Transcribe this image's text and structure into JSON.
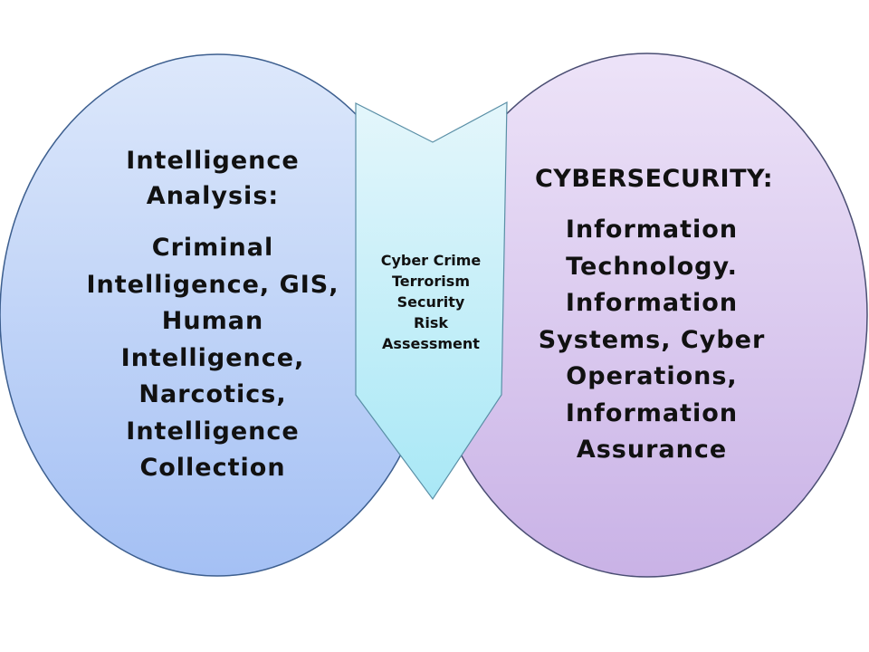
{
  "left_circle": {
    "title_lines": [
      "Intelligence",
      "Analysis:"
    ],
    "body_lines": [
      "Criminal",
      "Intelligence, GIS,",
      "Human",
      "Intelligence,",
      "Narcotics,",
      "Intelligence",
      "Collection"
    ],
    "colors": {
      "top": "#dde8fb",
      "bottom": "#a4c0f4",
      "stroke": "#3d5f8f"
    }
  },
  "right_circle": {
    "title": "CYBERSECURITY:",
    "body_lines": [
      "Information",
      "Technology.",
      "Information",
      "Systems, Cyber",
      "Operations,",
      "Information",
      "Assurance"
    ],
    "colors": {
      "top": "#ede3f8",
      "bottom": "#c9b2e6",
      "stroke": "#4a4e73"
    }
  },
  "center_arrow": {
    "lines": [
      "Cyber Crime",
      "Terrorism",
      "Security",
      "Risk",
      "Assessment"
    ],
    "colors": {
      "top": "#e4f6fb",
      "bottom": "#a9e8f6",
      "stroke": "#5a8fa6"
    }
  }
}
